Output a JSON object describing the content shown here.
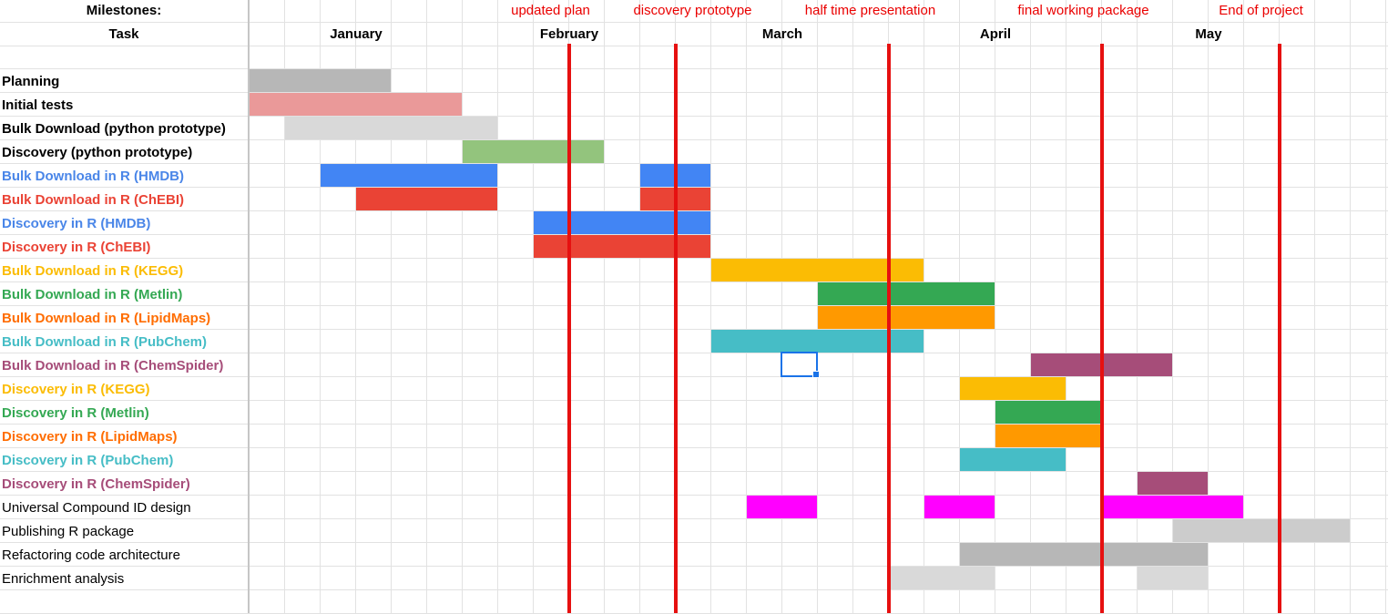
{
  "header": {
    "milestones_label": "Milestones:",
    "task_label": "Task"
  },
  "months": [
    "January",
    "February",
    "March",
    "April",
    "May"
  ],
  "milestones": [
    "updated plan",
    "discovery prototype",
    "half time presentation",
    "final working package",
    "End of project"
  ],
  "colors": {
    "grid": "#e2e2e2",
    "milestone_line": "#e61010",
    "milestone_text": "#ea0000",
    "selection": "#1a73e8"
  },
  "tasks": [
    {
      "name": "Planning",
      "bold": true,
      "text_color": "#000000",
      "color": "#b7b7b7",
      "spans": [
        [
          0,
          4
        ]
      ]
    },
    {
      "name": "Initial tests",
      "bold": true,
      "text_color": "#000000",
      "color": "#ea9999",
      "spans": [
        [
          0,
          6
        ]
      ]
    },
    {
      "name": "Bulk Download (python prototype)",
      "bold": true,
      "text_color": "#000000",
      "color": "#d9d9d9",
      "spans": [
        [
          1,
          7
        ]
      ]
    },
    {
      "name": "Discovery (python prototype)",
      "bold": true,
      "text_color": "#000000",
      "color": "#93c47d",
      "spans": [
        [
          6,
          10
        ]
      ]
    },
    {
      "name": "Bulk Download in R (HMDB)",
      "bold": true,
      "text_color": "#4a86e8",
      "color": "#4285f4",
      "spans": [
        [
          2,
          7
        ],
        [
          11,
          13
        ]
      ]
    },
    {
      "name": "Bulk Download in R (ChEBI)",
      "bold": true,
      "text_color": "#ea4335",
      "color": "#ea4335",
      "spans": [
        [
          3,
          7
        ],
        [
          11,
          13
        ]
      ]
    },
    {
      "name": "Discovery in R (HMDB)",
      "bold": true,
      "text_color": "#4a86e8",
      "color": "#4285f4",
      "spans": [
        [
          8,
          13
        ]
      ]
    },
    {
      "name": "Discovery in R (ChEBI)",
      "bold": true,
      "text_color": "#ea4335",
      "color": "#ea4335",
      "spans": [
        [
          8,
          13
        ]
      ]
    },
    {
      "name": "Bulk Download in R (KEGG)",
      "bold": true,
      "text_color": "#fbbc04",
      "color": "#fbbc04",
      "spans": [
        [
          13,
          19
        ]
      ]
    },
    {
      "name": "Bulk Download in R (Metlin)",
      "bold": true,
      "text_color": "#34a853",
      "color": "#34a853",
      "spans": [
        [
          16,
          21
        ]
      ]
    },
    {
      "name": "Bulk Download in R (LipidMaps)",
      "bold": true,
      "text_color": "#ff6d01",
      "color": "#ff9900",
      "spans": [
        [
          16,
          21
        ]
      ]
    },
    {
      "name": "Bulk Download in R (PubChem)",
      "bold": true,
      "text_color": "#46bdc6",
      "color": "#46bdc6",
      "spans": [
        [
          13,
          19
        ]
      ]
    },
    {
      "name": "Bulk Download in R (ChemSpider)",
      "bold": true,
      "text_color": "#a64d79",
      "color": "#a64d79",
      "spans": [
        [
          22,
          26
        ]
      ]
    },
    {
      "name": "Discovery in R (KEGG)",
      "bold": true,
      "text_color": "#fbbc04",
      "color": "#fbbc04",
      "spans": [
        [
          20,
          23
        ]
      ]
    },
    {
      "name": "Discovery in R (Metlin)",
      "bold": true,
      "text_color": "#34a853",
      "color": "#34a853",
      "spans": [
        [
          21,
          24
        ]
      ]
    },
    {
      "name": "Discovery in R (LipidMaps)",
      "bold": true,
      "text_color": "#ff6d01",
      "color": "#ff9900",
      "spans": [
        [
          21,
          24
        ]
      ]
    },
    {
      "name": "Discovery in R (PubChem)",
      "bold": true,
      "text_color": "#46bdc6",
      "color": "#46bdc6",
      "spans": [
        [
          20,
          23
        ]
      ]
    },
    {
      "name": "Discovery in R (ChemSpider)",
      "bold": true,
      "text_color": "#a64d79",
      "color": "#a64d79",
      "spans": [
        [
          25,
          27
        ]
      ]
    },
    {
      "name": "Universal Compound ID design",
      "bold": false,
      "text_color": "#000000",
      "color": "#ff00ff",
      "spans": [
        [
          14,
          16
        ],
        [
          19,
          21
        ],
        [
          24,
          28
        ]
      ]
    },
    {
      "name": "Publishing R package",
      "bold": false,
      "text_color": "#000000",
      "color": "#cccccc",
      "spans": [
        [
          26,
          31
        ]
      ]
    },
    {
      "name": "Refactoring code architecture",
      "bold": false,
      "text_color": "#000000",
      "color": "#b7b7b7",
      "spans": [
        [
          20,
          27
        ]
      ]
    },
    {
      "name": "Enrichment analysis",
      "bold": false,
      "text_color": "#000000",
      "color": "#d9d9d9",
      "spans": [
        [
          18,
          21
        ],
        [
          25,
          27
        ]
      ]
    }
  ]
}
